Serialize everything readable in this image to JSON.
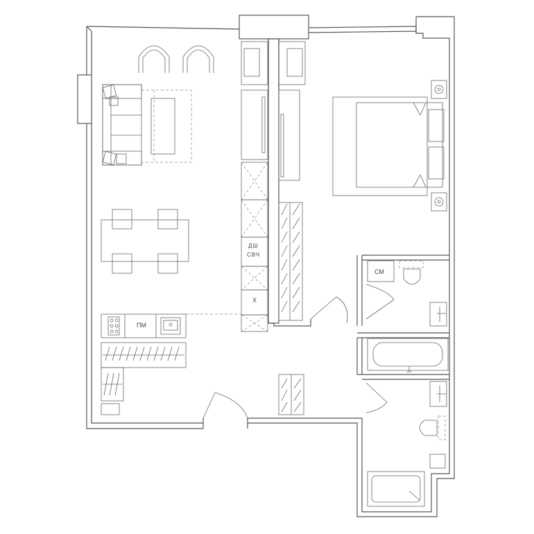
{
  "labels": {
    "washer": "СМ",
    "dishwasher": "ПМ",
    "appliance_top": "ДШ",
    "appliance_bottom": "СВЧ",
    "fridge": "Х"
  }
}
